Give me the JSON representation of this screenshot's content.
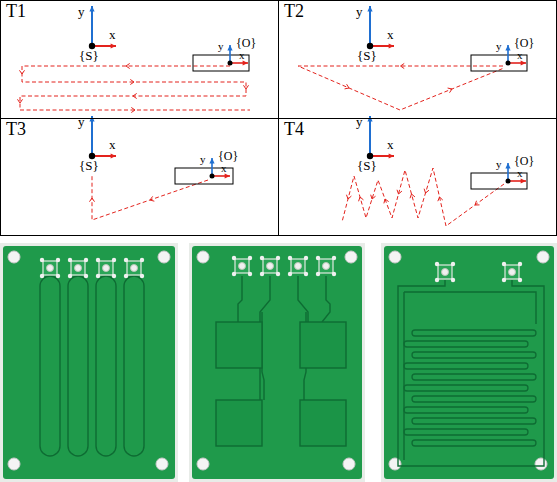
{
  "diagram": {
    "nodes": [
      {
        "text": [
          "T1"
        ]
      },
      {
        "text": [
          "T2"
        ]
      },
      {
        "text": [
          "T3"
        ]
      },
      {
        "text": [
          "T4"
        ]
      }
    ],
    "labels": [
      "y",
      "x",
      "{S}",
      "y",
      "{O}",
      "x",
      "y",
      "x",
      "{S}",
      "y",
      "{O}",
      "x",
      "y",
      "x",
      "{S}",
      "y",
      "{O}",
      "x",
      "y",
      "x",
      "{S}",
      "y",
      "{O}",
      "x"
    ]
  }
}
